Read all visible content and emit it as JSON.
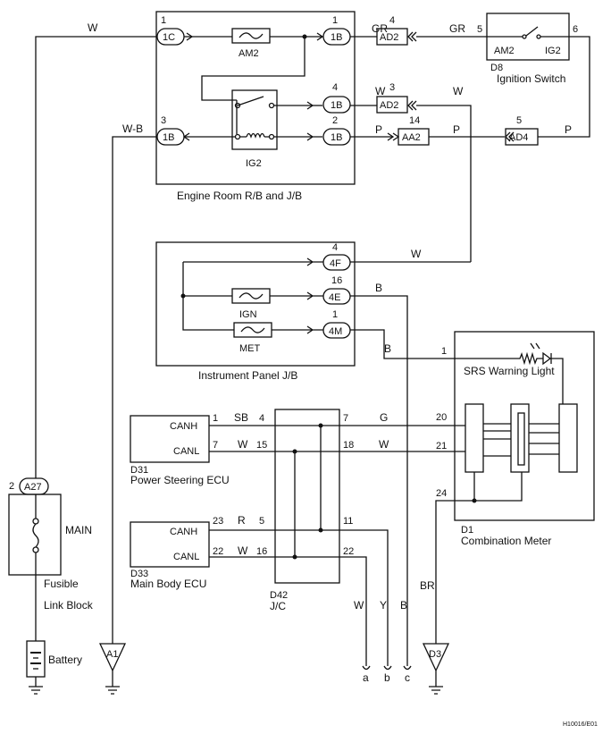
{
  "wire_colors": {
    "w": "W",
    "gr": "GR",
    "wb": "W-B",
    "p": "P",
    "b": "B",
    "sb": "SB",
    "g": "G",
    "r": "R",
    "y": "Y",
    "br": "BR"
  },
  "engine_room": {
    "title": "Engine Room R/B and J/B",
    "fuse_am2": "AM2",
    "relay_ig2": "IG2",
    "conn_1c": "1C",
    "conn_1c_pin": "1",
    "conn_1b": "1B",
    "pin_top": "1",
    "pin_mid": "4",
    "pin_bot": "2",
    "pin_left": "3"
  },
  "inline": {
    "ad2": "AD2",
    "ad2_pin_a": "4",
    "ad2_pin_b": "3",
    "aa2": "AA2",
    "aa2_pin": "14",
    "ad4": "AD4",
    "ad4_pin": "5"
  },
  "ignition": {
    "id": "D8",
    "name": "Ignition Switch",
    "am2": "AM2",
    "ig2": "IG2",
    "pin_left": "5",
    "pin_right": "6"
  },
  "instrument_panel": {
    "title": "Instrument Panel J/B",
    "c4f": "4F",
    "c4f_pin": "4",
    "c4e": "4E",
    "c4e_pin": "16",
    "c4m": "4M",
    "c4m_pin": "1",
    "fuse_ign": "IGN",
    "fuse_met": "MET"
  },
  "srs": {
    "name": "SRS Warning Light",
    "pin": "1"
  },
  "power_steering": {
    "id": "D31",
    "name": "Power Steering ECU",
    "canh": "CANH",
    "canl": "CANL",
    "pin_h": "1",
    "pin_l": "7"
  },
  "main_body": {
    "id": "D33",
    "name": "Main Body ECU",
    "canh": "CANH",
    "canl": "CANL",
    "pin_h": "23",
    "pin_l": "22"
  },
  "jc": {
    "id": "D42",
    "name": "J/C",
    "l4": "4",
    "l15": "15",
    "l5": "5",
    "l16": "16",
    "r7": "7",
    "r18": "18",
    "r11": "11",
    "r22": "22"
  },
  "meter": {
    "id": "D1",
    "name": "Combination Meter",
    "p20": "20",
    "p21": "21",
    "p24": "24"
  },
  "fusible": {
    "conn": "A27",
    "pin": "2",
    "fuse": "MAIN",
    "line1": "Fusible",
    "line2": "Link Block"
  },
  "battery": {
    "label": "Battery"
  },
  "grounds": {
    "a1": "A1",
    "d3": "D3"
  },
  "terminals": {
    "a": "a",
    "b": "b",
    "c": "c"
  },
  "ref": "H10016/E01"
}
